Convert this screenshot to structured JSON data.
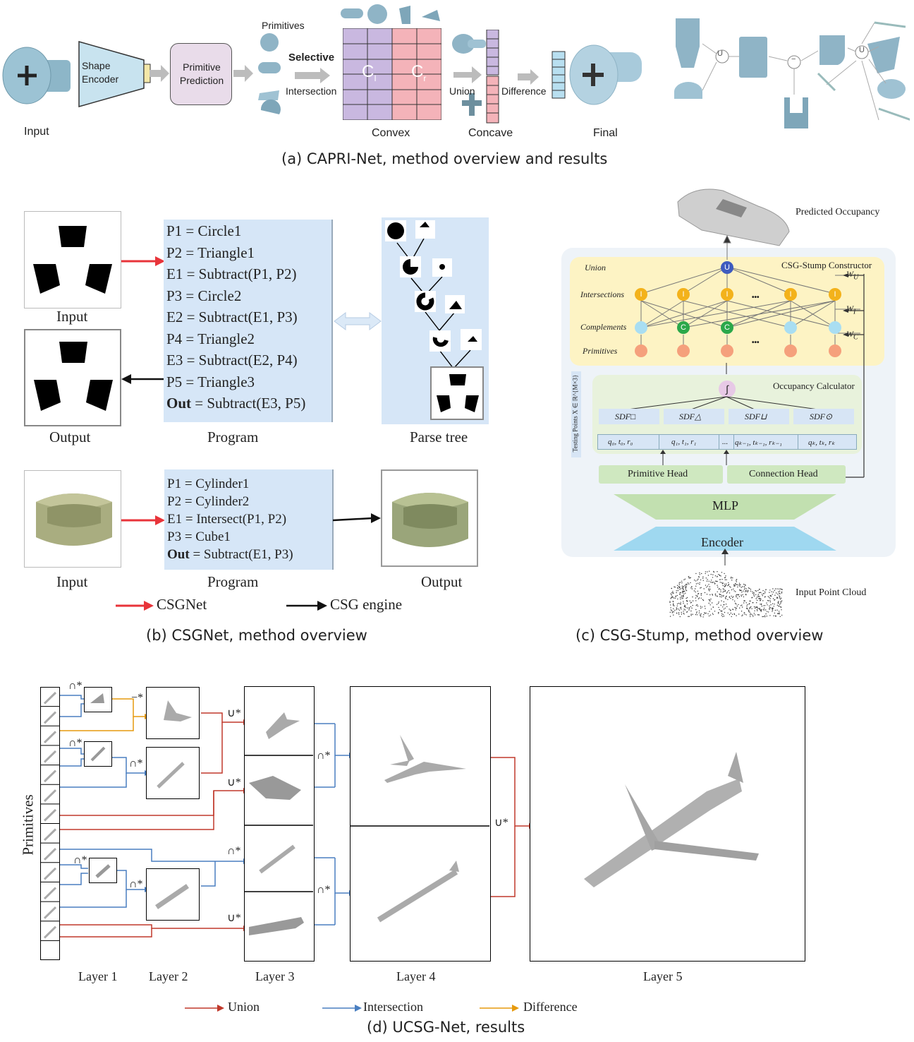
{
  "panel_a": {
    "caption": "(a) CAPRI-Net, method overview and results",
    "input_label": "Input",
    "shape_encoder": "Shape Encoder",
    "primitive_prediction": "Primitive Prediction",
    "primitives_label": "Primitives",
    "selective": "Selective",
    "intersection": "Intersection",
    "convex": "Convex",
    "concave": "Concave",
    "union": "Union",
    "difference": "Difference",
    "final": "Final",
    "ci": "C",
    "ci_sub": "I",
    "cr": "C",
    "cr_sub": "r",
    "ops": [
      "U",
      "−",
      "U"
    ],
    "colors": {
      "convex": "#c9b8e0",
      "concave": "#f4b3b9",
      "encoder": "#c8e3ef",
      "prediction": "#e9dcea",
      "bars": "#b8dff0"
    }
  },
  "panel_b": {
    "caption": "(b) CSGNet, method overview",
    "input_label": "Input",
    "output_label": "Output",
    "program_label": "Program",
    "parse_tree_label": "Parse tree",
    "program1": [
      {
        "b": "",
        "t": "P1 = Circle1"
      },
      {
        "b": "",
        "t": "P2 = Triangle1"
      },
      {
        "b": "",
        "t": "E1 = Subtract(P1, P2)"
      },
      {
        "b": "",
        "t": "P3 = Circle2"
      },
      {
        "b": "",
        "t": "E2 = Subtract(E1, P3)"
      },
      {
        "b": "",
        "t": "P4 = Triangle2"
      },
      {
        "b": "",
        "t": "E3 = Subtract(E2, P4)"
      },
      {
        "b": "",
        "t": "P5 = Triangle3"
      },
      {
        "b": "Out",
        "t": " = Subtract(E3, P5)"
      }
    ],
    "program2": [
      {
        "b": "",
        "t": "P1 = Cylinder1"
      },
      {
        "b": "",
        "t": "P2 = Cylinder2"
      },
      {
        "b": "",
        "t": "E1 = Intersect(P1, P2)"
      },
      {
        "b": "",
        "t": "P3 = Cube1"
      },
      {
        "b": "Out",
        "t": " = Subtract(E1, P3)"
      }
    ],
    "input2_label": "Input",
    "program2_label": "Program",
    "output2_label": "Output",
    "legend": [
      {
        "label": "CSGNet",
        "color": "#e8343a"
      },
      {
        "label": "CSG engine",
        "color": "#111111"
      }
    ],
    "colors": {
      "program_bg": "#d6e6f7"
    }
  },
  "panel_c": {
    "caption": "(c) CSG-Stump, method overview",
    "predicted_occupancy": "Predicted Occupancy",
    "constructor": "CSG-Stump Constructor",
    "union": "Union",
    "intersections": "Intersections",
    "complements": "Complements",
    "primitives": "Primitives",
    "wu": "W",
    "wu_sub": "U",
    "wi": "W",
    "wi_sub": "I",
    "wc": "W",
    "wc_sub": "C",
    "occupancy_calculator": "Occupancy Calculator",
    "testing_points": "Testing Points X ∈ ℝ^{M×3}",
    "sdfs": [
      "SDF□",
      "SDF△",
      "SDF⊔",
      "SDF⊙"
    ],
    "q_cells": [
      "q₀, t₀, r₀",
      "q₁, t₁, r₁",
      "...",
      "qₖ₋₁, tₖ₋₁, rₖ₋₁",
      "qₖ, tₖ, rₖ"
    ],
    "primitive_head": "Primitive Head",
    "connection_head": "Connection Head",
    "mlp": "MLP",
    "encoder": "Encoder",
    "input_point_cloud": "Input Point Cloud",
    "node_u": "U",
    "node_i": "I",
    "node_c": "C",
    "dots": "•••",
    "colors": {
      "constructor_bg": "#fdf3c4",
      "occ_bg": "#e8f2dc",
      "outer_bg": "#eef3f8",
      "mlp": "#c2e0b0",
      "encoder": "#9fd8f0",
      "head": "#cfe8c0",
      "union_node": "#3e5bbf",
      "inter_node": "#f3b21b",
      "comp_node": "#a9def2",
      "comp_c": "#2ba84a",
      "prim_node": "#f5a07c",
      "sdf_bg": "#d7e5f5"
    }
  },
  "panel_d": {
    "caption": "(d) UCSG-Net, results",
    "primitives_label": "Primitives",
    "layers": [
      "Layer 1",
      "Layer 2",
      "Layer 3",
      "Layer 4",
      "Layer 5"
    ],
    "ops": {
      "int": "∩*",
      "diff": "−*",
      "union": "∪*"
    },
    "legend": [
      {
        "label": "Union",
        "color": "#c0392b"
      },
      {
        "label": "Intersection",
        "color": "#4a7fc1"
      },
      {
        "label": "Difference",
        "color": "#e69a0e"
      }
    ]
  }
}
